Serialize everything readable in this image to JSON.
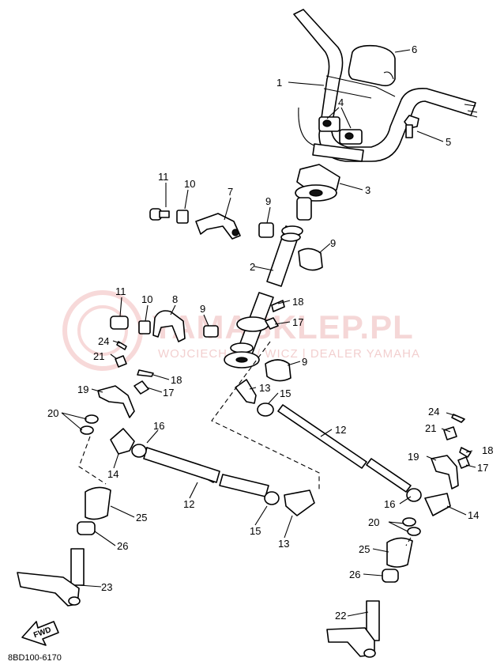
{
  "diagram_code": "8BD100-6170",
  "fwd_label": "FWD",
  "watermark": {
    "main": "YAMASKLEP.PL",
    "sub": "WOJCIECH GIL / WICZ | DEALER YAMAHA"
  },
  "callouts": [
    {
      "id": "c1",
      "label": "1"
    },
    {
      "id": "c2",
      "label": "2"
    },
    {
      "id": "c3",
      "label": "3"
    },
    {
      "id": "c4",
      "label": "4"
    },
    {
      "id": "c5",
      "label": "5"
    },
    {
      "id": "c6",
      "label": "6"
    },
    {
      "id": "c7",
      "label": "7"
    },
    {
      "id": "c8",
      "label": "8"
    },
    {
      "id": "c9a",
      "label": "9"
    },
    {
      "id": "c9b",
      "label": "9"
    },
    {
      "id": "c9c",
      "label": "9"
    },
    {
      "id": "c9d",
      "label": "9"
    },
    {
      "id": "c10a",
      "label": "10"
    },
    {
      "id": "c10b",
      "label": "10"
    },
    {
      "id": "c11a",
      "label": "11"
    },
    {
      "id": "c11b",
      "label": "11"
    },
    {
      "id": "c12a",
      "label": "12"
    },
    {
      "id": "c12b",
      "label": "12"
    },
    {
      "id": "c13a",
      "label": "13"
    },
    {
      "id": "c13b",
      "label": "13"
    },
    {
      "id": "c14a",
      "label": "14"
    },
    {
      "id": "c14b",
      "label": "14"
    },
    {
      "id": "c15a",
      "label": "15"
    },
    {
      "id": "c15b",
      "label": "15"
    },
    {
      "id": "c16a",
      "label": "16"
    },
    {
      "id": "c16b",
      "label": "16"
    },
    {
      "id": "c17a",
      "label": "17"
    },
    {
      "id": "c17b",
      "label": "17"
    },
    {
      "id": "c17c",
      "label": "17"
    },
    {
      "id": "c18a",
      "label": "18"
    },
    {
      "id": "c18b",
      "label": "18"
    },
    {
      "id": "c18c",
      "label": "18"
    },
    {
      "id": "c19a",
      "label": "19"
    },
    {
      "id": "c19b",
      "label": "19"
    },
    {
      "id": "c20a",
      "label": "20"
    },
    {
      "id": "c20b",
      "label": "20"
    },
    {
      "id": "c21a",
      "label": "21"
    },
    {
      "id": "c21b",
      "label": "21"
    },
    {
      "id": "c22",
      "label": "22"
    },
    {
      "id": "c23",
      "label": "23"
    },
    {
      "id": "c24a",
      "label": "24"
    },
    {
      "id": "c24b",
      "label": "24"
    },
    {
      "id": "c25a",
      "label": "25"
    },
    {
      "id": "c25b",
      "label": "25"
    },
    {
      "id": "c26a",
      "label": "26"
    },
    {
      "id": "c26b",
      "label": "26"
    }
  ]
}
